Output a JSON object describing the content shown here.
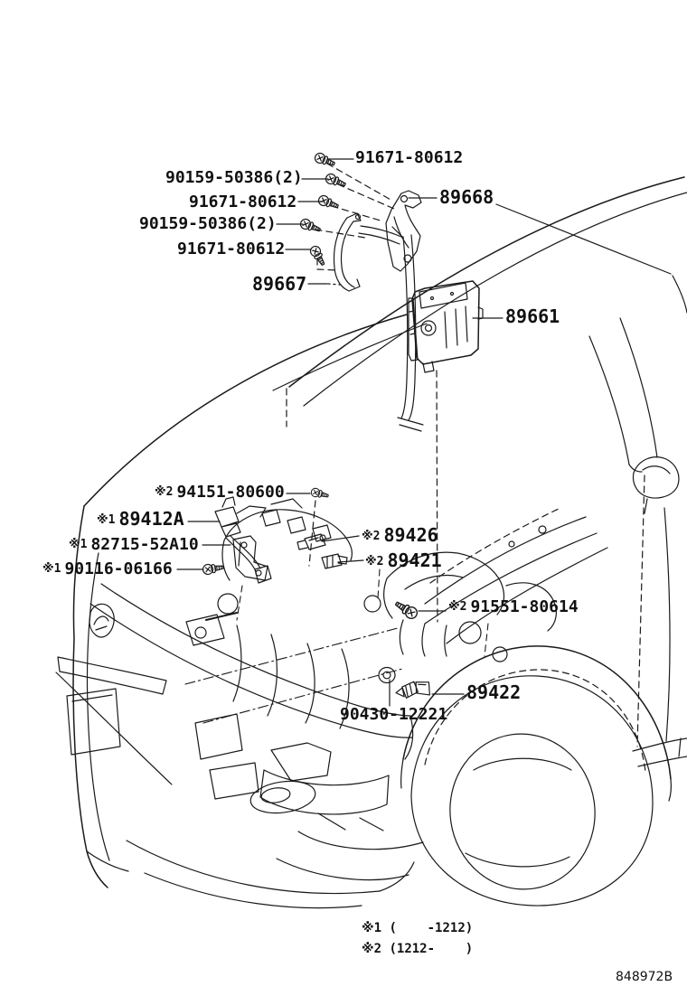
{
  "diagram": {
    "title": "engine-control-computer-parts-diagram",
    "colors": {
      "line": "#1a1a1a",
      "background": "#ffffff"
    }
  },
  "parts": {
    "p91671a": {
      "number": "91671-80612"
    },
    "p90159a": {
      "number": "90159-50386(2)"
    },
    "p91671b": {
      "number": "91671-80612"
    },
    "p90159b": {
      "number": "90159-50386(2)"
    },
    "p91671c": {
      "number": "91671-80612"
    },
    "p89667": {
      "number": "89667"
    },
    "p89668": {
      "number": "89668"
    },
    "p89661": {
      "number": "89661"
    },
    "p94151": {
      "prefix": "※2",
      "number": "94151-80600"
    },
    "p89412a": {
      "prefix": "※1",
      "number": "89412A"
    },
    "p82715": {
      "prefix": "※1",
      "number": "82715-52A10"
    },
    "p90116": {
      "prefix": "※1",
      "number": "90116-06166"
    },
    "p89426": {
      "prefix": "※2",
      "number": "89426"
    },
    "p89421": {
      "prefix": "※2",
      "number": "89421"
    },
    "p91551": {
      "prefix": "※2",
      "number": "91551-80614"
    },
    "p89422": {
      "number": "89422"
    },
    "p90430": {
      "number": "90430-12221"
    }
  },
  "footnotes": {
    "note1": "※1 (    -1212)",
    "note2": "※2 (1212-    )"
  },
  "doc_number": "848972B"
}
